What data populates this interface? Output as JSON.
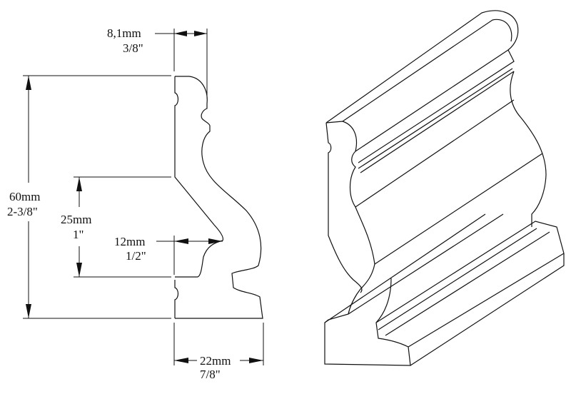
{
  "dimensions": {
    "top_width": {
      "metric": "8,1mm",
      "imperial": "3/8\""
    },
    "total_height": {
      "metric": "60mm",
      "imperial": "2-3/8\""
    },
    "mid_height": {
      "metric": "25mm",
      "imperial": "1\""
    },
    "mid_depth": {
      "metric": "12mm",
      "imperial": "1/2\""
    },
    "base_width": {
      "metric": "22mm",
      "imperial": "7/8\""
    }
  }
}
